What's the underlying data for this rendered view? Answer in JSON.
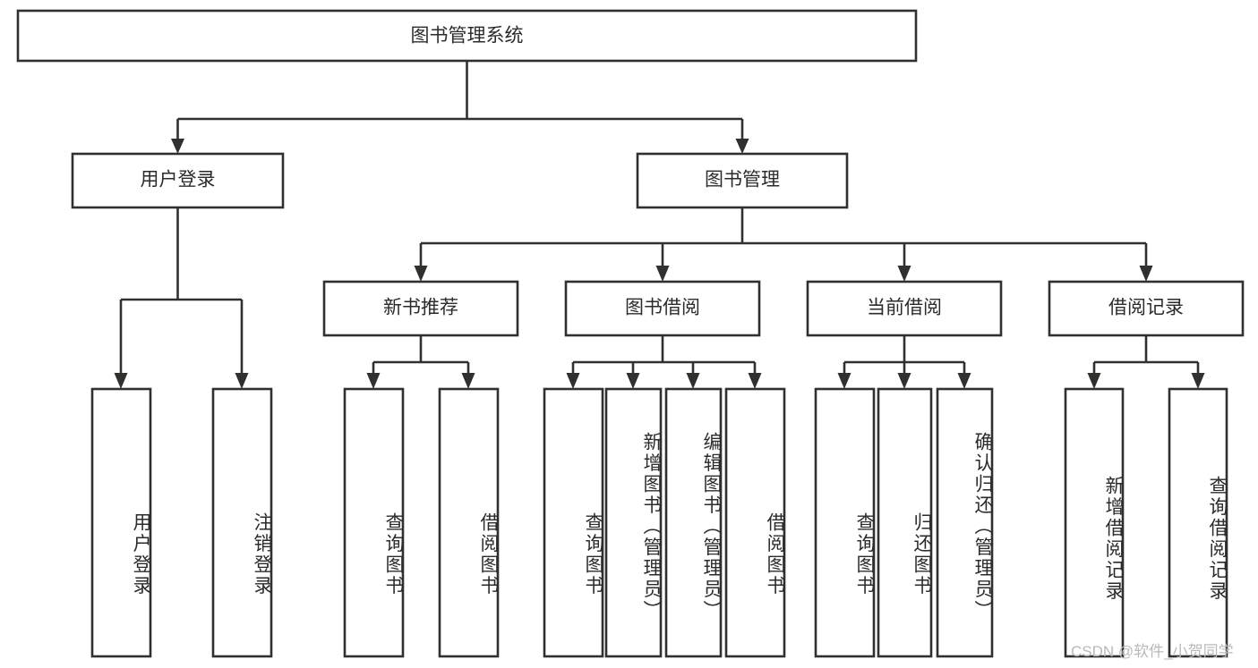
{
  "diagram": {
    "type": "tree",
    "title": "图书管理系统",
    "orientation": "top-down",
    "colors": {
      "box_stroke": "#31302f",
      "box_fill": "#ffffff",
      "text": "#2b2b2b",
      "connector": "#31302f",
      "background": "#ffffff",
      "watermark": "#b9b9b9"
    },
    "levels": {
      "root": {
        "label": "图书管理系统"
      },
      "level2": [
        {
          "id": "user-login",
          "label": "用户登录"
        },
        {
          "id": "book-manage",
          "label": "图书管理"
        }
      ],
      "level3": [
        {
          "id": "new-book-recommend",
          "label": "新书推荐"
        },
        {
          "id": "book-borrow",
          "label": "图书借阅"
        },
        {
          "id": "current-borrow",
          "label": "当前借阅"
        },
        {
          "id": "borrow-record",
          "label": "借阅记录"
        }
      ],
      "leaves": {
        "user-login": [
          {
            "id": "leaf-user-login",
            "label": "用户登录"
          },
          {
            "id": "leaf-logout-login",
            "label": "注销登录"
          }
        ],
        "new-book-recommend": [
          {
            "id": "leaf-query-book-1",
            "label": "查询图书"
          },
          {
            "id": "leaf-borrow-book-1",
            "label": "借阅图书"
          }
        ],
        "book-borrow": [
          {
            "id": "leaf-query-book-2",
            "label": "查询图书"
          },
          {
            "id": "leaf-add-book",
            "label": "新增图书（管理员）"
          },
          {
            "id": "leaf-edit-book",
            "label": "编辑图书（管理员）"
          },
          {
            "id": "leaf-borrow-book-2",
            "label": "借阅图书"
          }
        ],
        "current-borrow": [
          {
            "id": "leaf-query-book-3",
            "label": "查询图书"
          },
          {
            "id": "leaf-return-book",
            "label": "归还图书"
          },
          {
            "id": "leaf-confirm-return",
            "label": "确认归还（管理员）"
          }
        ],
        "borrow-record": [
          {
            "id": "leaf-add-record",
            "label": "新增借阅记录"
          },
          {
            "id": "leaf-query-record",
            "label": "查询借阅记录"
          }
        ]
      }
    },
    "watermark": "CSDN @软件_小贺同学"
  }
}
